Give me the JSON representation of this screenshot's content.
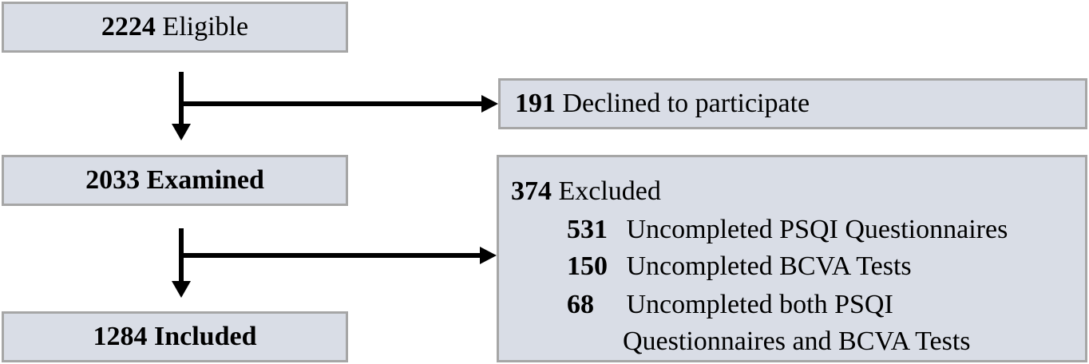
{
  "eligible": {
    "count": "2224",
    "label": "Eligible"
  },
  "declined": {
    "count": "191",
    "label": "Declined to participate"
  },
  "examined": {
    "count": "2033",
    "label": "Examined"
  },
  "excluded": {
    "count": "374",
    "label": "Excluded",
    "reasons": [
      {
        "count": "531",
        "label": "Uncompleted PSQI Questionnaires"
      },
      {
        "count": "150",
        "label": "Uncompleted BCVA Tests"
      },
      {
        "count": "68",
        "label": "Uncompleted both PSQI",
        "label_line2": "Questionnaires and BCVA Tests"
      }
    ]
  },
  "included": {
    "count": "1284",
    "label": "Included"
  },
  "colors": {
    "box_fill": "#d9dde6",
    "box_border": "#a6a6a6",
    "arrow": "#000000"
  }
}
